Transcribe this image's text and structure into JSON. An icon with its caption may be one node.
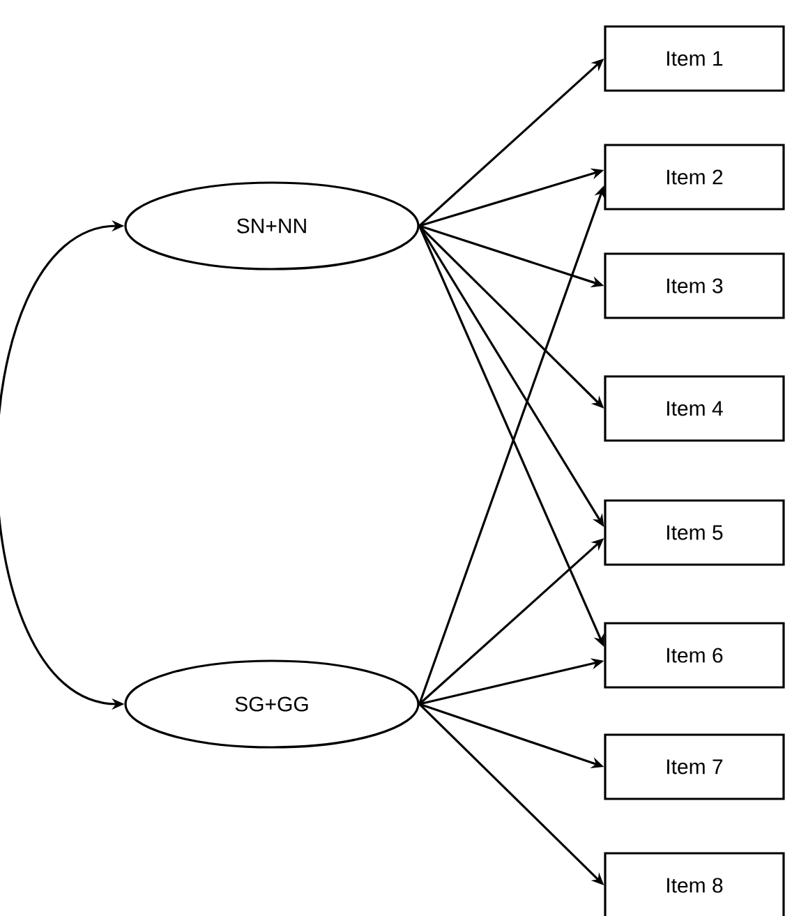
{
  "diagram": {
    "nodes": [
      {
        "text": [
          "SN+NN"
        ]
      },
      {
        "text": [
          "SG+GG"
        ]
      },
      {
        "text": [
          "Item 1"
        ]
      },
      {
        "text": [
          "Item 2"
        ]
      },
      {
        "text": [
          "Item 3"
        ]
      },
      {
        "text": [
          "Item 4"
        ]
      },
      {
        "text": [
          "Item 5"
        ]
      },
      {
        "text": [
          "Item 6"
        ]
      },
      {
        "text": [
          "Item 7"
        ]
      },
      {
        "text": [
          "Item 8"
        ]
      }
    ],
    "edges": [
      {
        "from": 0,
        "to": 1,
        "arrow": "both"
      },
      {
        "from": 0,
        "to": 2,
        "arrow": "to"
      },
      {
        "from": 0,
        "to": 3,
        "arrow": "to"
      },
      {
        "from": 0,
        "to": 4,
        "arrow": "to"
      },
      {
        "from": 0,
        "to": 5,
        "arrow": "to"
      },
      {
        "from": 0,
        "to": 6,
        "arrow": "to"
      },
      {
        "from": 0,
        "to": 7,
        "arrow": "to"
      },
      {
        "from": 1,
        "to": 3,
        "arrow": "to"
      },
      {
        "from": 1,
        "to": 6,
        "arrow": "to"
      },
      {
        "from": 1,
        "to": 7,
        "arrow": "to"
      },
      {
        "from": 1,
        "to": 8,
        "arrow": "to"
      },
      {
        "from": 1,
        "to": 9,
        "arrow": "to"
      }
    ]
  }
}
